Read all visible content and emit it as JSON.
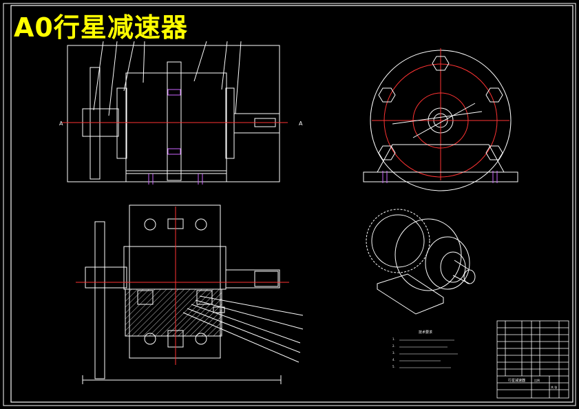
{
  "title": "A0行星减速器",
  "colors": {
    "background": "#000000",
    "title": "#ffff00",
    "lines": "#ffffff",
    "center": "#ff3333",
    "hatch": "#ffffff",
    "fastener": "#cc66ff"
  },
  "section_marks": {
    "left": "A",
    "right": "A"
  },
  "notes_heading": "技术要求",
  "notes_lines": [
    "1.",
    "2.",
    "3.",
    "4.",
    "5."
  ],
  "title_block": {
    "name_label": "行星减速器",
    "scale_label": "比例",
    "sheet_label": "共  张"
  }
}
